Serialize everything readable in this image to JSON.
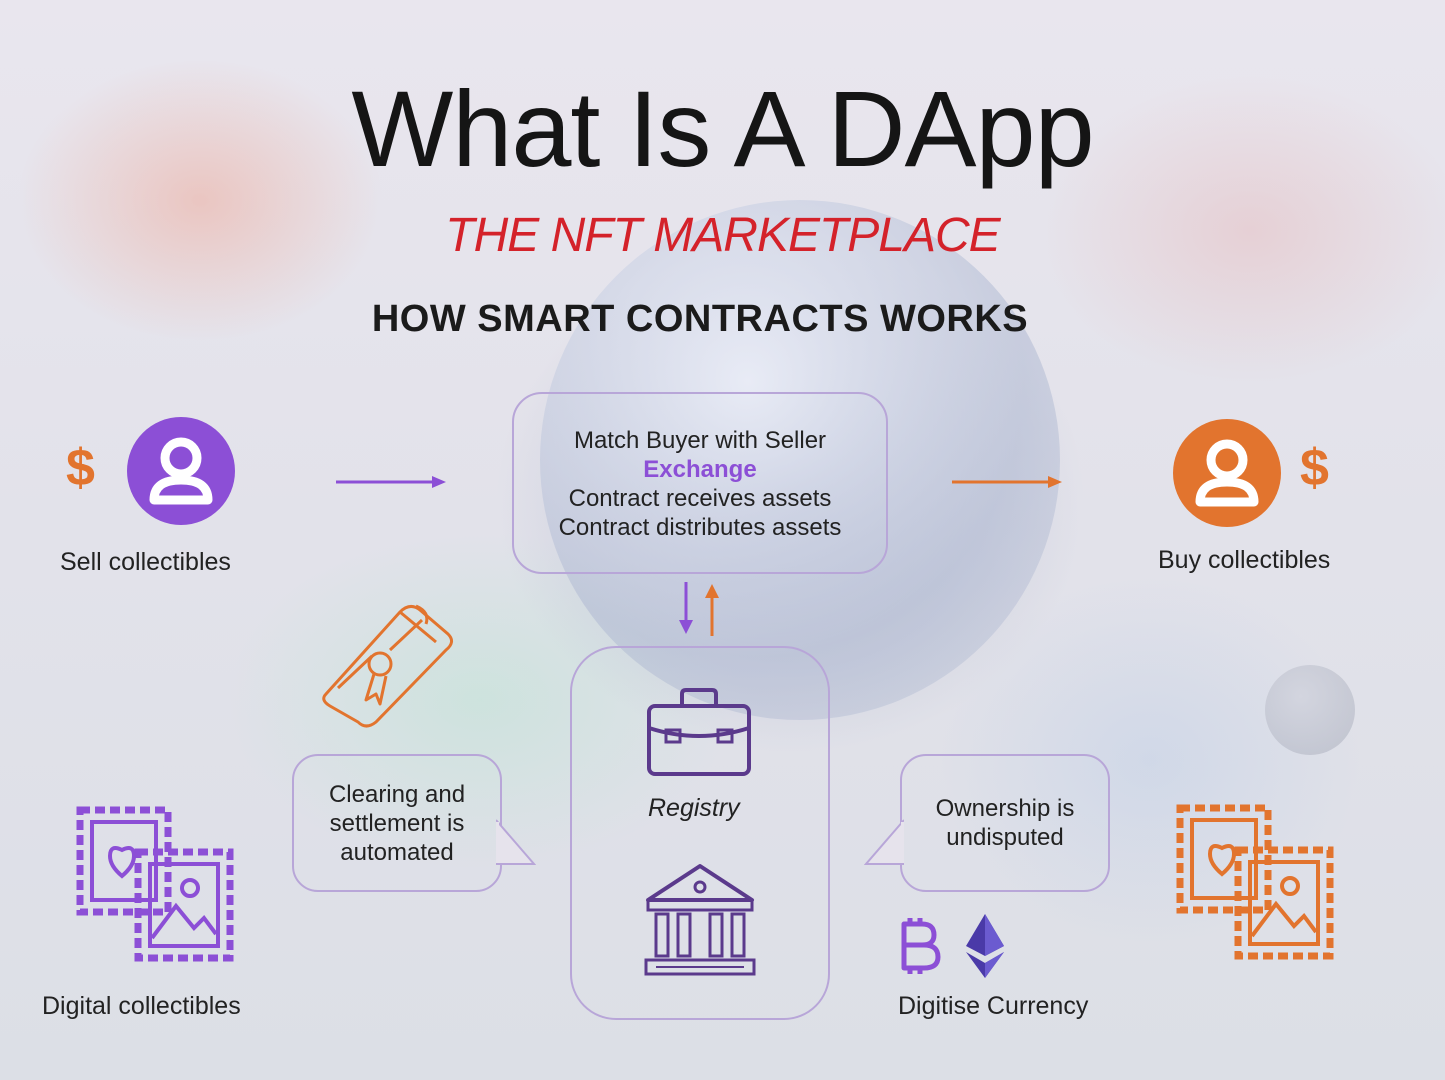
{
  "title": "What Is A DApp",
  "subtitle": "THE NFT MARKETPLACE",
  "heading": "HOW SMART CONTRACTS WORKS",
  "seller": {
    "label": "Sell collectibles",
    "currency_symbol": "$"
  },
  "buyer": {
    "label": "Buy collectibles",
    "currency_symbol": "$"
  },
  "exchange_box": {
    "line1": "Match Buyer with Seller",
    "highlight": "Exchange",
    "line3": "Contract receives assets",
    "line4": "Contract distributes assets"
  },
  "registry": {
    "label": "Registry"
  },
  "clearing_bubble": {
    "line1": "Clearing and",
    "line2": "settlement is",
    "line3": "automated"
  },
  "ownership_bubble": {
    "line1": "Ownership is",
    "line2": "undisputed"
  },
  "digital_collectibles": {
    "label": "Digital collectibles"
  },
  "digitise_currency": {
    "label": "Digitise Currency"
  },
  "colors": {
    "purple": "#8c4fd6",
    "orange": "#e2742e",
    "red": "#d4222a",
    "dark_purple": "#5b3a8c"
  },
  "icons": [
    "dollar-icon",
    "user-icon",
    "arrow-right-icon",
    "scroll-icon",
    "briefcase-icon",
    "bank-icon",
    "stamp-icon",
    "bitcoin-icon",
    "ethereum-icon"
  ]
}
